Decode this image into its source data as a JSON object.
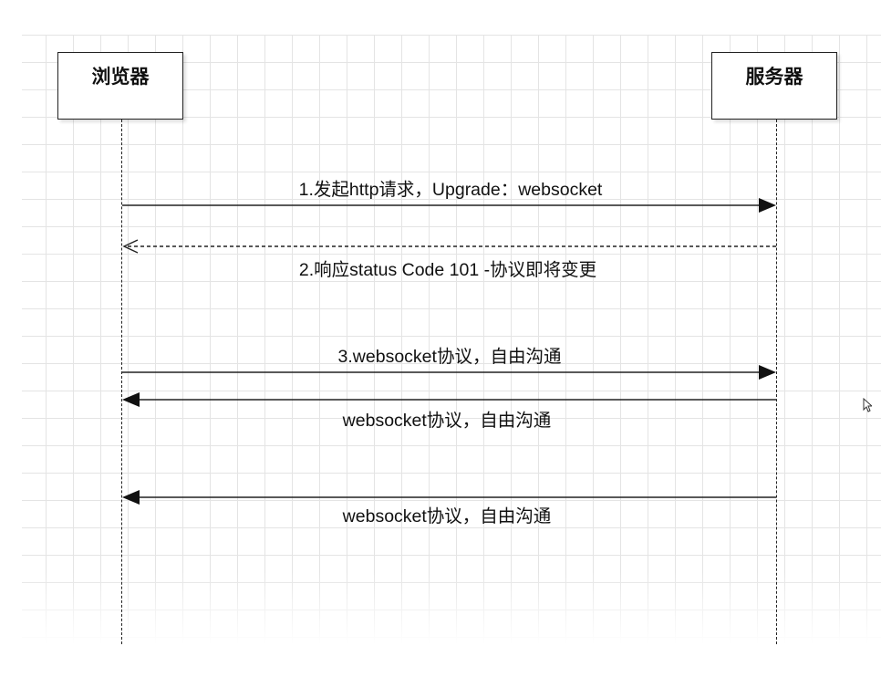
{
  "actors": {
    "browser": "浏览器",
    "server": "服务器"
  },
  "messages": [
    {
      "label": "1.发起http请求，Upgrade：websocket",
      "direction": "browser-to-server",
      "style": "solid"
    },
    {
      "label": "2.响应status Code 101 -协议即将变更",
      "direction": "server-to-browser",
      "style": "dashed"
    },
    {
      "label": "3.websocket协议，自由沟通",
      "direction": "browser-to-server",
      "style": "solid"
    },
    {
      "label": "websocket协议，自由沟通",
      "direction": "server-to-browser",
      "style": "solid"
    },
    {
      "label": "websocket协议，自由沟通",
      "direction": "server-to-browser",
      "style": "solid"
    }
  ],
  "colors": {
    "line": "#222222",
    "grid": "#e4e4e4",
    "background": "#ffffff"
  },
  "cursor_icon": "mouse-pointer-icon"
}
